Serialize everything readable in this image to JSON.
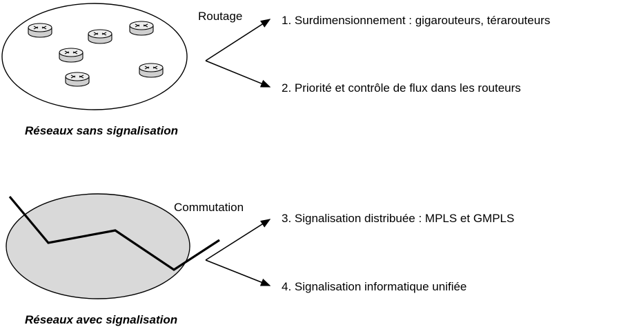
{
  "top": {
    "region_label": "Routage",
    "options": [
      "1. Surdimensionnement : gigarouteurs, térarouteurs",
      "2. Priorité et contrôle de flux dans les routeurs"
    ],
    "caption": "Réseaux sans signalisation"
  },
  "bottom": {
    "region_label": "Commutation",
    "options": [
      "3. Signalisation distribuée : MPLS et GMPLS",
      "4. Signalisation informatique unifiée"
    ],
    "caption": "Réseaux avec signalisation"
  },
  "colors": {
    "ink": "#000000",
    "cloud_fill_top": "#ffffff",
    "cloud_fill_bottom": "#d9d9d9",
    "router_fill": "#e6e6e6"
  },
  "icons": [
    "router-icon"
  ]
}
